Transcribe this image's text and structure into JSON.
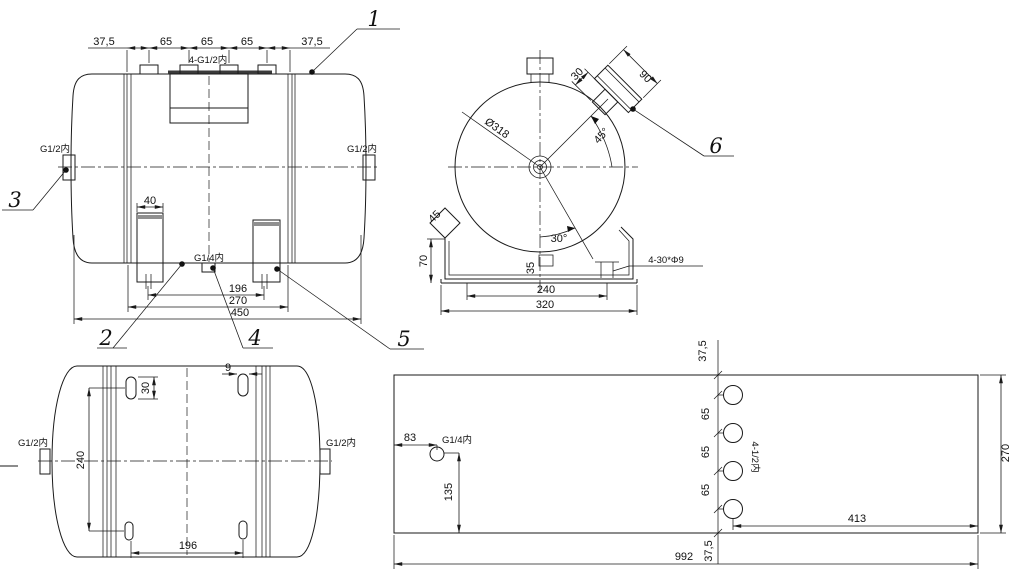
{
  "front": {
    "top_chain": [
      "37,5",
      "65",
      "65",
      "65",
      "37,5"
    ],
    "top_ports": "4-G1/2内",
    "left_port": "G1/2内",
    "right_port": "G1/2内",
    "leg_width": "40",
    "drain_port": "G1/4内",
    "span_legs": "196",
    "span_shell": "270",
    "span_total": "450"
  },
  "side": {
    "diameter": "Ø318",
    "neck": "30",
    "flange": "90",
    "angle_nozzle": "45°",
    "angle_drain": "30°",
    "tab": "45",
    "stand_h": "70",
    "drain_offset": "35",
    "stand_inner": "240",
    "stand_outer": "320",
    "holes": "4-30*Φ9"
  },
  "bottom": {
    "slot_len": "30",
    "slot_w": "9",
    "slot_rows": "240",
    "slot_cols": "196",
    "left_port": "G1/2内",
    "right_port": "G1/2内"
  },
  "dev": {
    "chain": [
      "37,5",
      "65",
      "65",
      "65",
      "37,5"
    ],
    "holes": "4-1/2内",
    "port": "G1/4内",
    "off_x": "83",
    "off_y": "135",
    "span_right": "413",
    "height": "270",
    "width": "992"
  },
  "callouts": [
    "1",
    "2",
    "3",
    "4",
    "5",
    "6"
  ]
}
